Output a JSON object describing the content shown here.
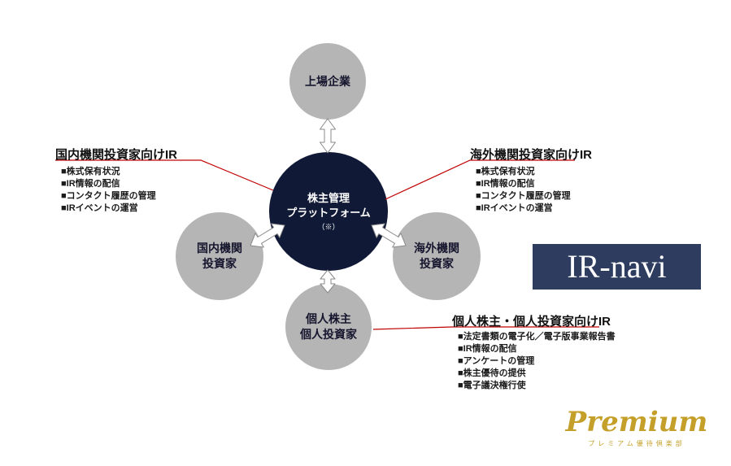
{
  "nodes": {
    "listed_company": {
      "label": "上場企業"
    },
    "platform": {
      "label_line1": "株主管理",
      "label_line2": "プラットフォーム",
      "note": "（※）"
    },
    "domestic_institutional": {
      "label_line1": "国内機関",
      "label_line2": "投資家"
    },
    "overseas_institutional": {
      "label_line1": "海外機関",
      "label_line2": "投資家"
    },
    "individual": {
      "label_line1": "個人株主",
      "label_line2": "個人投資家"
    }
  },
  "annotations": {
    "domestic": {
      "title": "国内機関投資家向けIR",
      "items": [
        "■株式保有状況",
        "■IR情報の配信",
        "■コンタクト履歴の管理",
        "■IRイベントの運営"
      ]
    },
    "overseas": {
      "title": "海外機関投資家向けIR",
      "items": [
        "■株式保有状況",
        "■IR情報の配信",
        "■コンタクト履歴の管理",
        "■IRイベントの運営"
      ]
    },
    "individual": {
      "title": "個人株主・個人投資家向けIR",
      "items": [
        "■法定書類の電子化／電子版事業報告書",
        "■IR情報の配信",
        "■アンケートの管理",
        "■株主優待の提供",
        "■電子議決権行使"
      ]
    }
  },
  "branding": {
    "ir_navi_wordmark": "IR-navi",
    "premium_wordmark": "Premium",
    "premium_subtitle": "プレミアム優待倶楽部"
  },
  "colors": {
    "platform_circle": "#101936",
    "satellite_circle": "#b5b5b5",
    "connector_line": "#c00000",
    "ir_navi_background": "#2e3d5f",
    "premium_gold": "#c4a02a"
  }
}
